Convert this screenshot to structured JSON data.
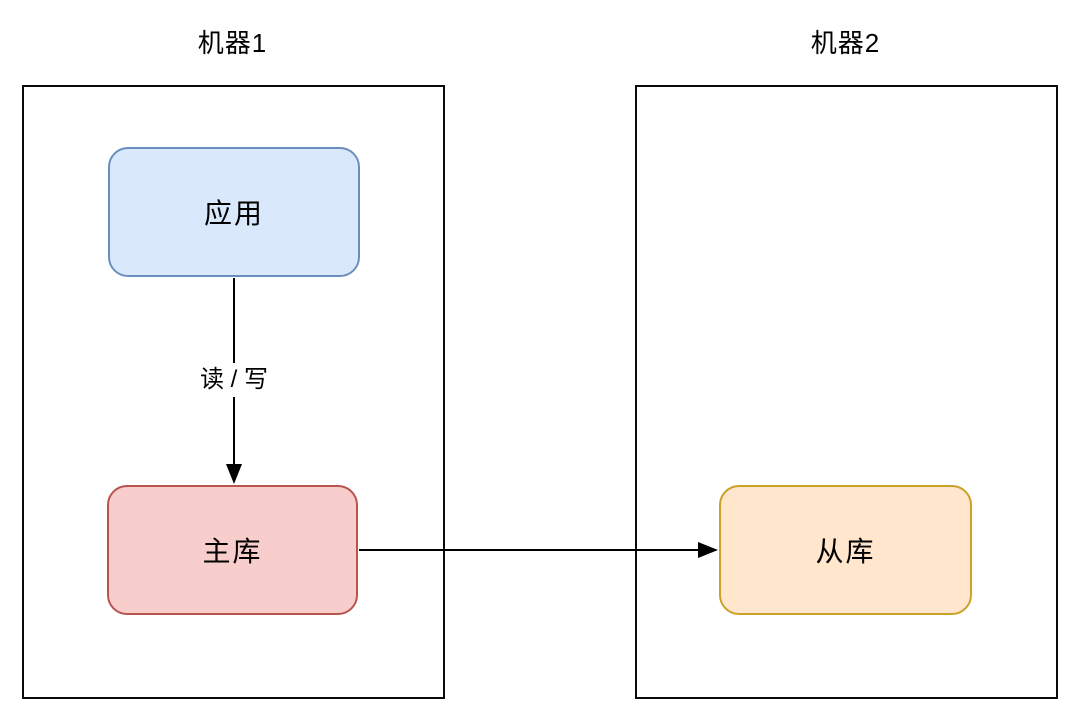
{
  "machine1": {
    "title": "机器1"
  },
  "machine2": {
    "title": "机器2"
  },
  "nodes": {
    "app": {
      "label": "应用",
      "fill": "#dae8fc",
      "border": "#6c8ebf"
    },
    "master": {
      "label": "主库",
      "fill": "#f8cecc",
      "border": "#b85450"
    },
    "replica": {
      "label": "从库",
      "fill": "#ffe6cc",
      "border": "#c9a227"
    }
  },
  "edges": {
    "app_to_master": {
      "label": "读 / 写",
      "direction": "down"
    },
    "master_to_replica": {
      "direction": "right"
    }
  },
  "colors": {
    "background": "#ffffff",
    "container_border": "#0a0a0a",
    "arrow": "#000000"
  }
}
